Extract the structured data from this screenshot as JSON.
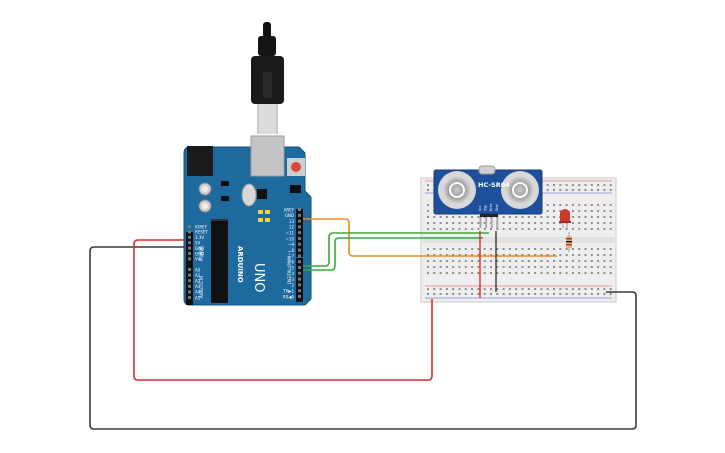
{
  "arduino": {
    "brand_vertical": "ARDUINO",
    "model": "UNO",
    "section_power": "POWER",
    "section_analog": "ANALOG IN",
    "section_digital": "DIGITAL (PWM~)",
    "power_pins": [
      "IOREF",
      "RESET",
      "3.3V",
      "5V",
      "GND",
      "GND",
      "Vin"
    ],
    "analog_pins": [
      "A0",
      "A1",
      "A2",
      "A3",
      "A4",
      "A5"
    ],
    "digital_pins": [
      "AREF",
      "GND",
      "13",
      "12",
      "~11",
      "~10",
      "~9",
      "8",
      "7",
      "~6",
      "~5",
      "4",
      "~3",
      "2",
      "TX▶1",
      "RX◀0"
    ]
  },
  "sensor": {
    "name": "HC-SR04",
    "pins": [
      "Vcc",
      "Trig",
      "Echo",
      "Gnd"
    ]
  },
  "colors": {
    "board": "#1e6a9e",
    "board_edge": "#15527c",
    "wire_red": "#d92b2b",
    "wire_black": "#3a3a3a",
    "wire_orange": "#e88a1a",
    "wire_green": "#3aa83a",
    "breadboard": "#eeeeee",
    "led": "#c83a2a"
  }
}
